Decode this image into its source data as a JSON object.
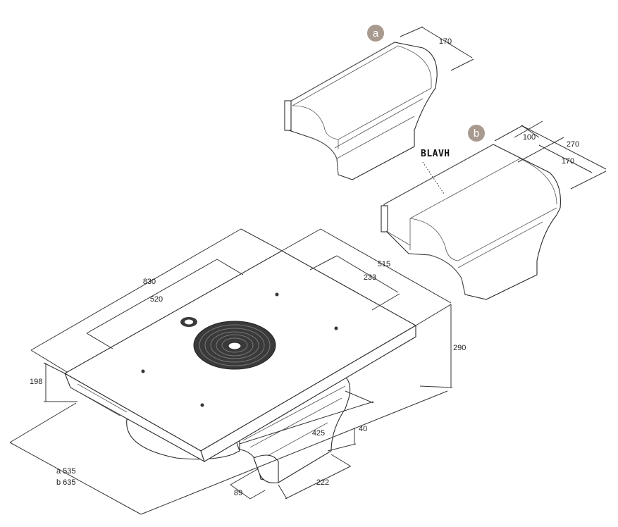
{
  "labels": {
    "option_a": "a",
    "option_b": "b",
    "part_code": "BLAVH"
  },
  "dimensions": {
    "a_width": "170",
    "b_width_inner": "100",
    "b_width_outer": "270",
    "b_width_lower": "170",
    "hob_length": "830",
    "hob_length_inner": "520",
    "hob_depth": "515",
    "hob_depth_inner": "233",
    "total_height": "290",
    "hob_height": "198",
    "duct_width": "425",
    "duct_offset": "40",
    "depth_a": "a 535",
    "depth_b": "b 635",
    "duct_depth": "222",
    "duct_small": "89"
  },
  "colors": {
    "badge": "#a99a8f",
    "line": "#333333"
  }
}
